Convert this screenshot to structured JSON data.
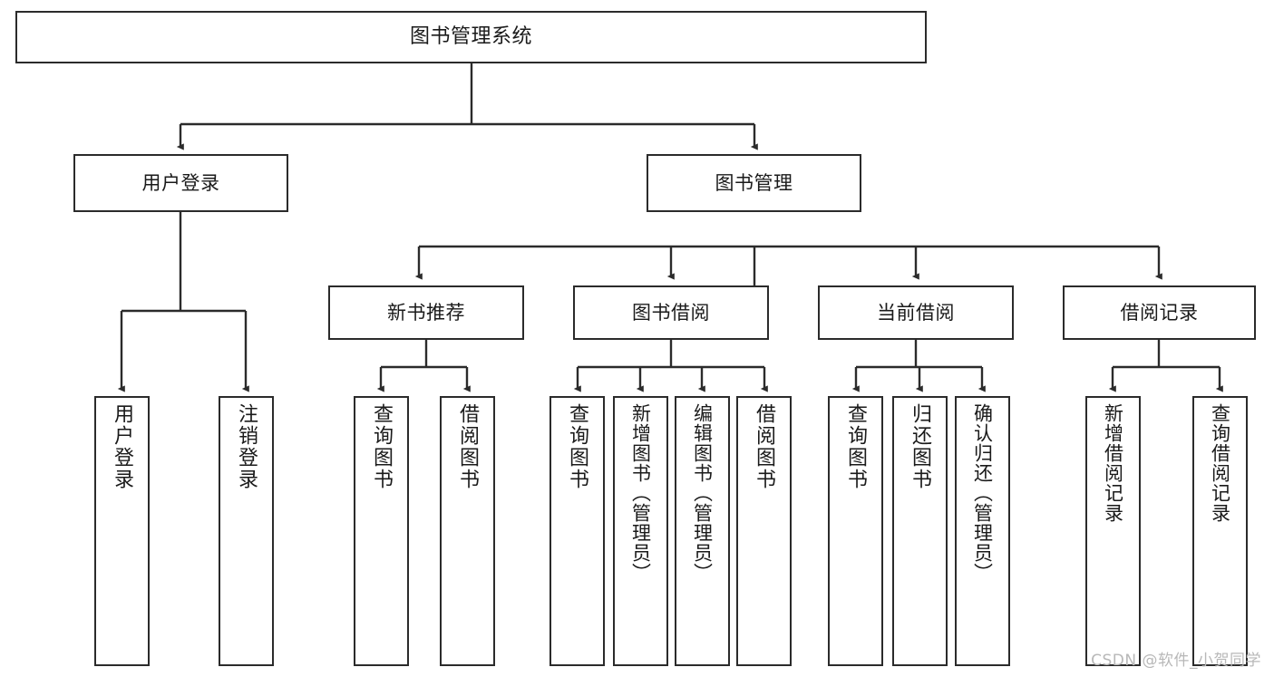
{
  "diagram": {
    "type": "tree-hierarchy",
    "title": "图书管理系统",
    "watermark": "CSDN @软件_小贺同学",
    "colors": {
      "border": "#2b2b2b",
      "background": "#ffffff",
      "text": "#1a1a1a",
      "watermark": "#b8b8b8"
    },
    "nodes": {
      "root": {
        "label": "图书管理系统"
      },
      "level1": [
        {
          "id": "user-login",
          "label": "用户登录"
        },
        {
          "id": "book-management",
          "label": "图书管理"
        }
      ],
      "level2": [
        {
          "id": "new-book-recommend",
          "label": "新书推荐"
        },
        {
          "id": "book-borrow",
          "label": "图书借阅"
        },
        {
          "id": "current-borrow",
          "label": "当前借阅"
        },
        {
          "id": "borrow-record",
          "label": "借阅记录"
        }
      ],
      "leaves": {
        "user_login": [
          {
            "id": "leaf-user-login",
            "label": "用户登录"
          },
          {
            "id": "leaf-logout-login",
            "label": "注销登录"
          }
        ],
        "new_book_recommend": [
          {
            "id": "leaf-query-book-1",
            "label": "查询图书"
          },
          {
            "id": "leaf-borrow-book-1",
            "label": "借阅图书"
          }
        ],
        "book_borrow": [
          {
            "id": "leaf-query-book-2",
            "label": "查询图书"
          },
          {
            "id": "leaf-add-book",
            "label": "新增图书（管理员）"
          },
          {
            "id": "leaf-edit-book",
            "label": "编辑图书（管理员）"
          },
          {
            "id": "leaf-borrow-book-2",
            "label": "借阅图书"
          }
        ],
        "current_borrow": [
          {
            "id": "leaf-query-book-3",
            "label": "查询图书"
          },
          {
            "id": "leaf-return-book",
            "label": "归还图书"
          },
          {
            "id": "leaf-confirm-return",
            "label": "确认归还（管理员）"
          }
        ],
        "borrow_record": [
          {
            "id": "leaf-add-record",
            "label": "新增借阅记录"
          },
          {
            "id": "leaf-query-record",
            "label": "查询借阅记录"
          }
        ]
      }
    }
  }
}
